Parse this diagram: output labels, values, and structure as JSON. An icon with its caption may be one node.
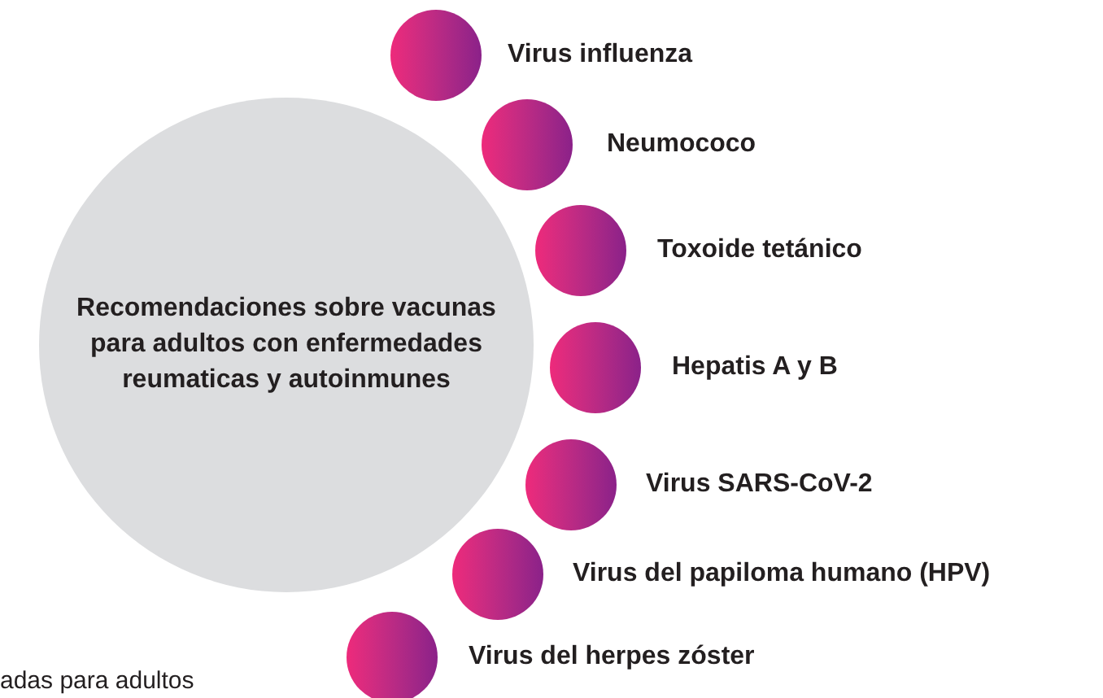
{
  "diagram": {
    "nodes": [
      {
        "text": [
          "Recomendaciones sobre vacunas para adultos con enfermedades reumaticas y autoinmunes"
        ]
      },
      {
        "text": [],
        "shape": "circle",
        "beside": [
          "Virus influenza"
        ]
      },
      {
        "text": [],
        "shape": "circle",
        "beside": [
          "Neumococo"
        ]
      },
      {
        "text": [],
        "shape": "circle",
        "beside": [
          "Toxoide tetánico"
        ]
      },
      {
        "text": [],
        "shape": "circle",
        "beside": [
          "Hepatis A y B"
        ]
      },
      {
        "text": [],
        "shape": "circle",
        "beside": [
          "Virus SARS-CoV-2"
        ]
      },
      {
        "text": [],
        "shape": "circle",
        "beside": [
          "Virus del papiloma humano (HPV)"
        ]
      },
      {
        "text": [],
        "shape": "circle",
        "beside": [
          "Virus del herpes zóster"
        ]
      }
    ],
    "labels": [
      "adas para adultos"
    ]
  }
}
